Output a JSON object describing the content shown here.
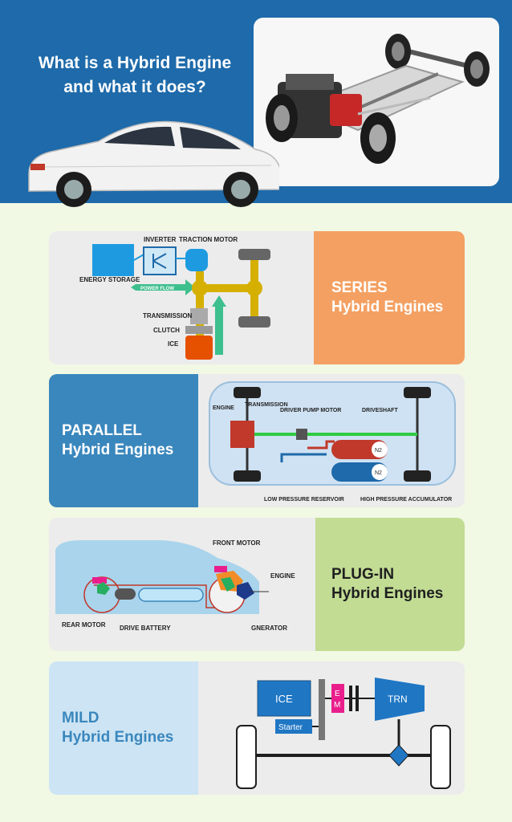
{
  "header": {
    "title_line1": "What is a Hybrid Engine",
    "title_line2": "and what it does?"
  },
  "colors": {
    "header_bg": "#1e6aaa",
    "page_bg": "#f1f8e4",
    "series_accent": "#f4a062",
    "parallel_accent": "#3a87bd",
    "plugin_accent": "#c2dc94",
    "mild_accent": "#cde4f4"
  },
  "cards": {
    "series": {
      "title_line1": "SERIES",
      "title_line2": "Hybrid Engines",
      "diagram": {
        "inverter": "INVERTER",
        "traction_motor": "TRACTION MOTOR",
        "energy_storage": "ENERGY STORAGE",
        "power_flow": "POWER FLOW",
        "transmission": "TRANSMISSION",
        "clutch": "CLUTCH",
        "ice": "ICE"
      }
    },
    "parallel": {
      "title_line1": "PARALLEL",
      "title_line2": "Hybrid Engines",
      "diagram": {
        "engine": "ENGINE",
        "transmission": "TRANSMISSION",
        "driver_pump_motor": "DRIVER PUMP MOTOR",
        "driveshaft": "DRIVESHAFT",
        "n2_top": "N2",
        "n2_bottom": "N2",
        "low_pressure": "LOW PRESSURE RESERVOIR",
        "high_pressure": "HIGH PRESSURE ACCUMULATOR"
      }
    },
    "plugin": {
      "title_line1": "PLUG-IN",
      "title_line2": "Hybrid Engines",
      "diagram": {
        "front_motor": "FRONT MOTOR",
        "engine": "ENGINE",
        "rear_motor": "REAR MOTOR",
        "drive_battery": "DRIVE BATTERY",
        "generator": "GNERATOR"
      }
    },
    "mild": {
      "title_line1": "MILD",
      "title_line2": "Hybrid Engines",
      "diagram": {
        "ice": "ICE",
        "em_e": "E",
        "em_m": "M",
        "trn": "TRN",
        "starter": "Starter"
      }
    }
  }
}
